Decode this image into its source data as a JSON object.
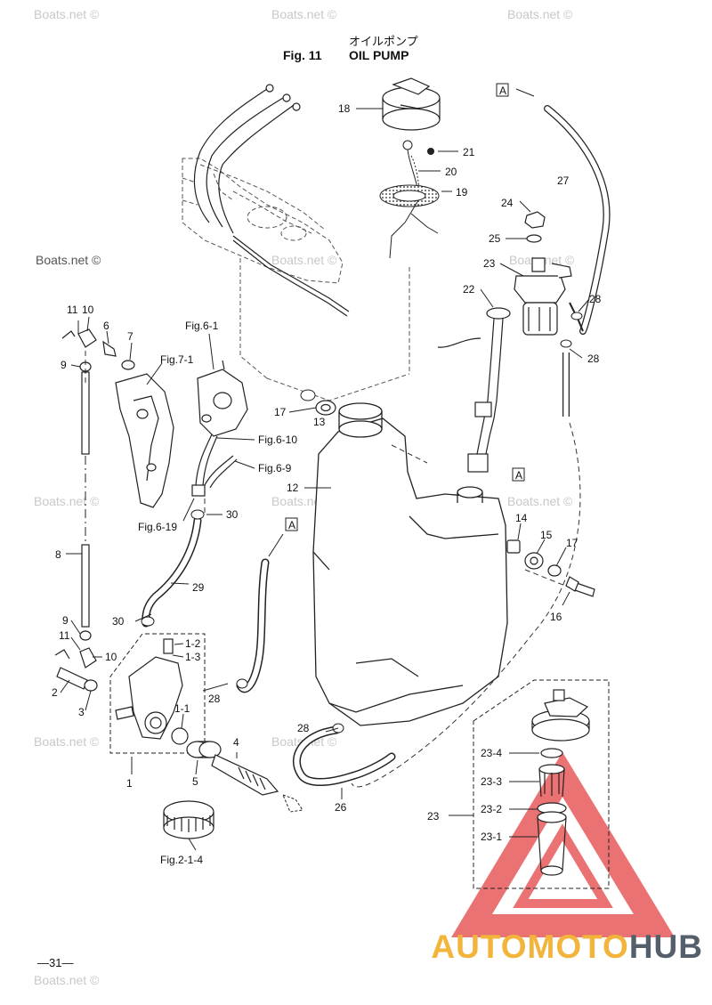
{
  "header": {
    "japanese_title": "オイルポンプ",
    "fig_label": "Fig. 11",
    "title": "OIL PUMP"
  },
  "page_number": "—31—",
  "watermark": "Boats.net ©",
  "brand": {
    "part1": "AUTO",
    "part2": "MOTO",
    "part3": "HUB",
    "triangle_color": "#e85a5a",
    "accent_color": "#f2b43a"
  },
  "callouts": {
    "c1": "1",
    "c1_1": "1-1",
    "c1_2": "1-2",
    "c1_3": "1-3",
    "c2": "2",
    "c3": "3",
    "c4": "4",
    "c5": "5",
    "c6": "6",
    "c7": "7",
    "c8": "8",
    "c9a": "9",
    "c9b": "9",
    "c10a": "10",
    "c10b": "10",
    "c11a": "11",
    "c11b": "11",
    "c12": "12",
    "c13": "13",
    "c14": "14",
    "c15": "15",
    "c16": "16",
    "c17a": "17",
    "c17b": "17",
    "c18": "18",
    "c19": "19",
    "c20": "20",
    "c21": "21",
    "c22": "22",
    "c23a": "23",
    "c23b": "23",
    "c23_1": "23-1",
    "c23_2": "23-2",
    "c23_3": "23-3",
    "c23_4": "23-4",
    "c24": "24",
    "c25": "25",
    "c26": "26",
    "c27": "27",
    "c28a": "28",
    "c28b": "28",
    "c28c": "28",
    "c28d": "28",
    "c29": "29",
    "c30a": "30",
    "c30b": "30",
    "fig6_1": "Fig.6-1",
    "fig7_1": "Fig.7-1",
    "fig6_10": "Fig.6-10",
    "fig6_9": "Fig.6-9",
    "fig6_19": "Fig.6-19",
    "fig2_1_4": "Fig.2-1-4",
    "markA1": "A",
    "markA2": "A"
  }
}
